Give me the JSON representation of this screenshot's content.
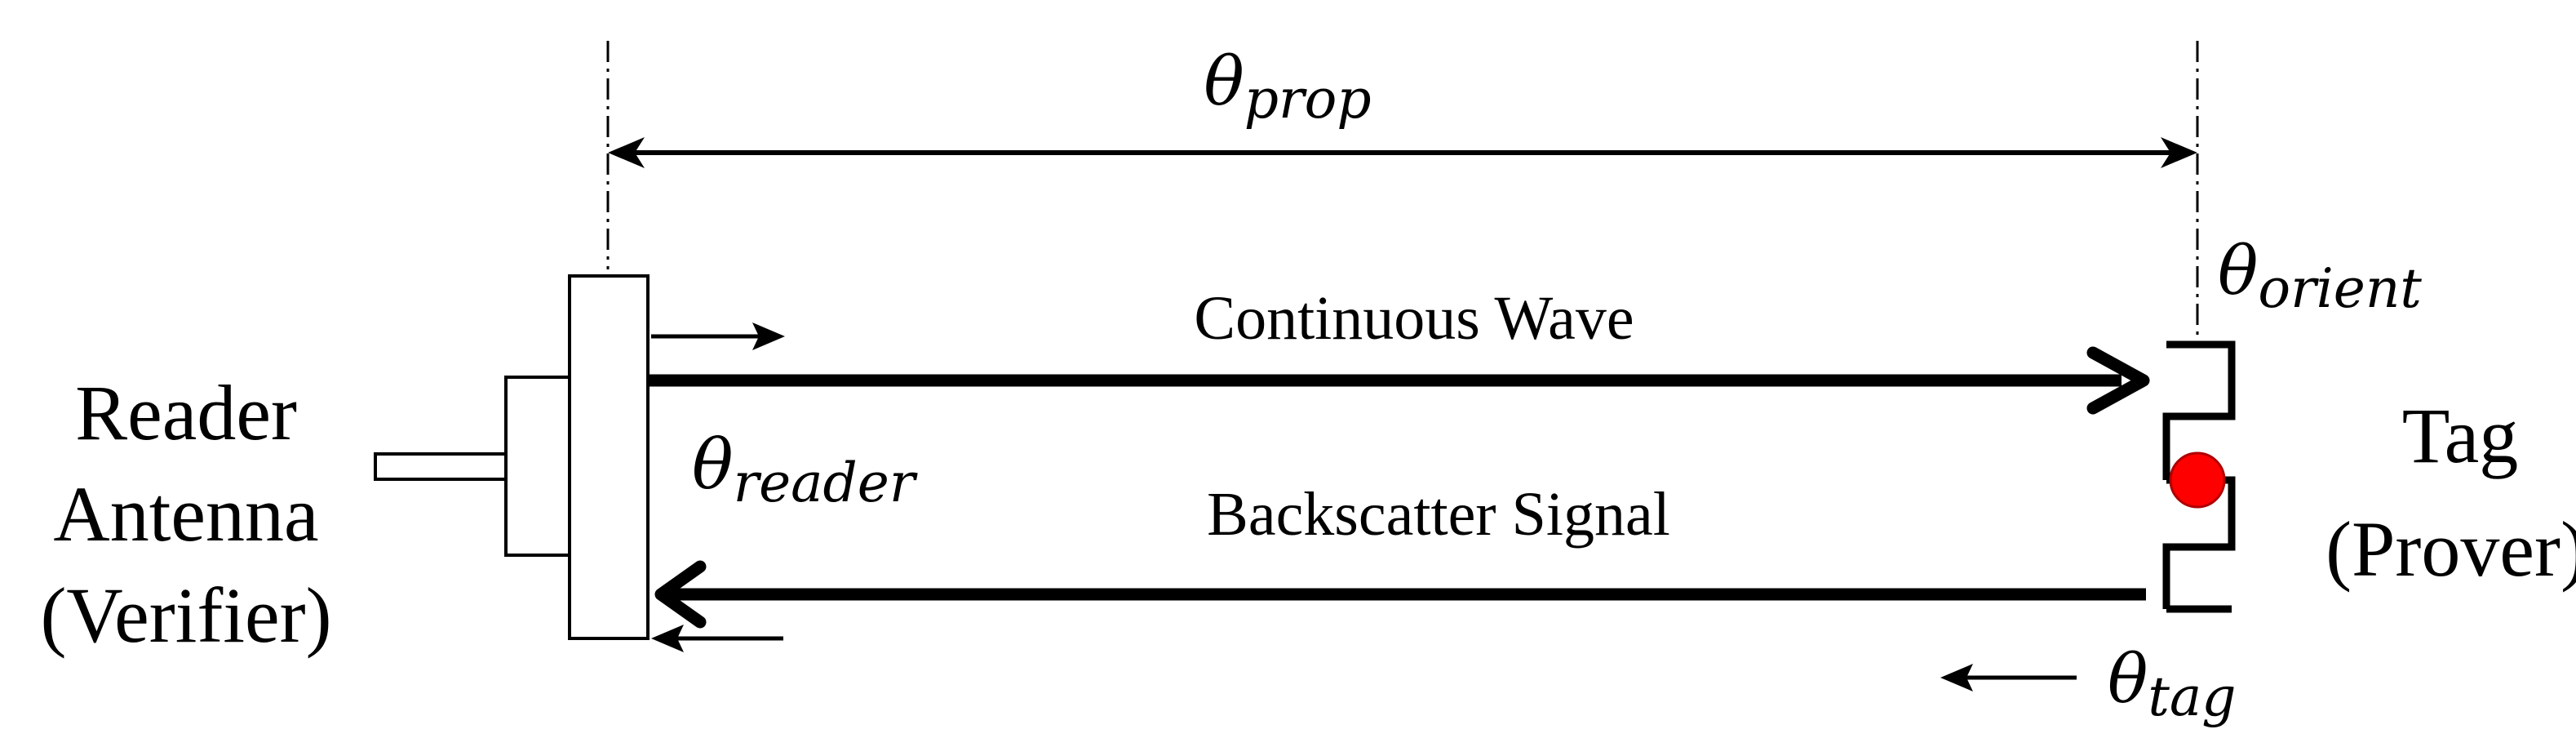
{
  "labels": {
    "reader_line1": "Reader",
    "reader_line2": "Antenna",
    "reader_line3": "(Verifier)",
    "tag_line1": "Tag",
    "tag_line2": "(Prover)",
    "continuous_wave": "Continuous Wave",
    "backscatter_signal": "Backscatter Signal"
  },
  "symbols": {
    "theta": "θ",
    "prop": "prop",
    "orient": "orient",
    "reader": "reader",
    "tag": "tag"
  },
  "colors": {
    "stroke": "#000000",
    "tag_dot": "#ff0000"
  }
}
